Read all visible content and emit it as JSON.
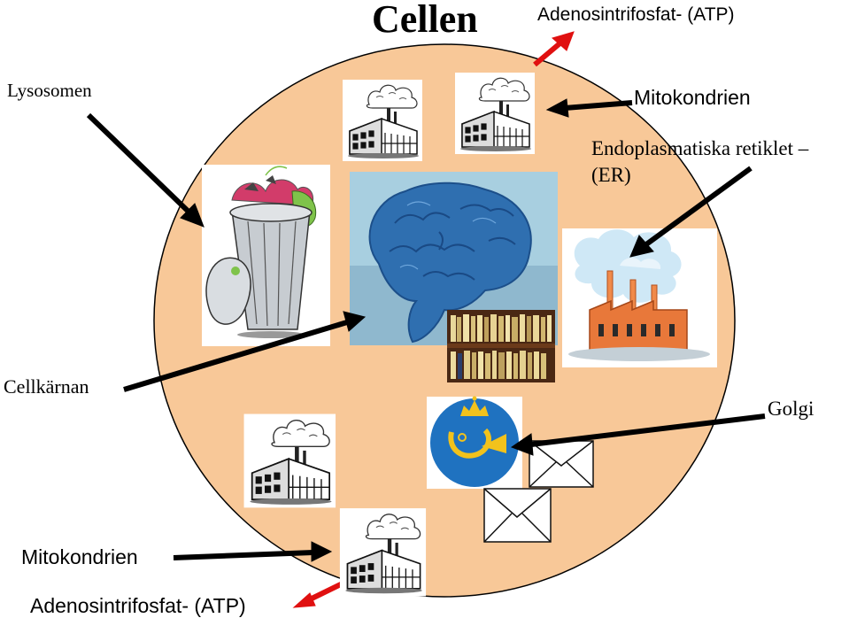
{
  "title": "Cellen",
  "labels": {
    "atp_top": "Adenosintrifosfat- (ATP)",
    "lysosome": "Lysosomen",
    "mito_top": "Mitokondrien",
    "er_line1": "Endoplasmatiska retiklet –",
    "er_line2": "(ER)",
    "nucleus": "Cellkärnan",
    "golgi": "Golgi",
    "mito_bottom": "Mitokondrien",
    "atp_bottom": "Adenosintrifosfat- (ATP)"
  },
  "icons": {
    "mitochondria": "factory-icon",
    "lysosome": "trash-can-icon",
    "nucleus": "brain-icon",
    "nucleus_library": "bookshelf-icon",
    "er": "industrial-factory-icon",
    "golgi": "post-horn-icon",
    "golgi_mail": "envelope-icon"
  },
  "colors": {
    "cell_fill": "#f8c898",
    "cell_stroke": "#000000",
    "black_arrow": "#000000",
    "red_arrow": "#e01010",
    "brain": "#2f6fb0",
    "post_blue": "#1f72c0",
    "post_gold": "#f2c21c",
    "factory_orange": "#e8783a"
  }
}
